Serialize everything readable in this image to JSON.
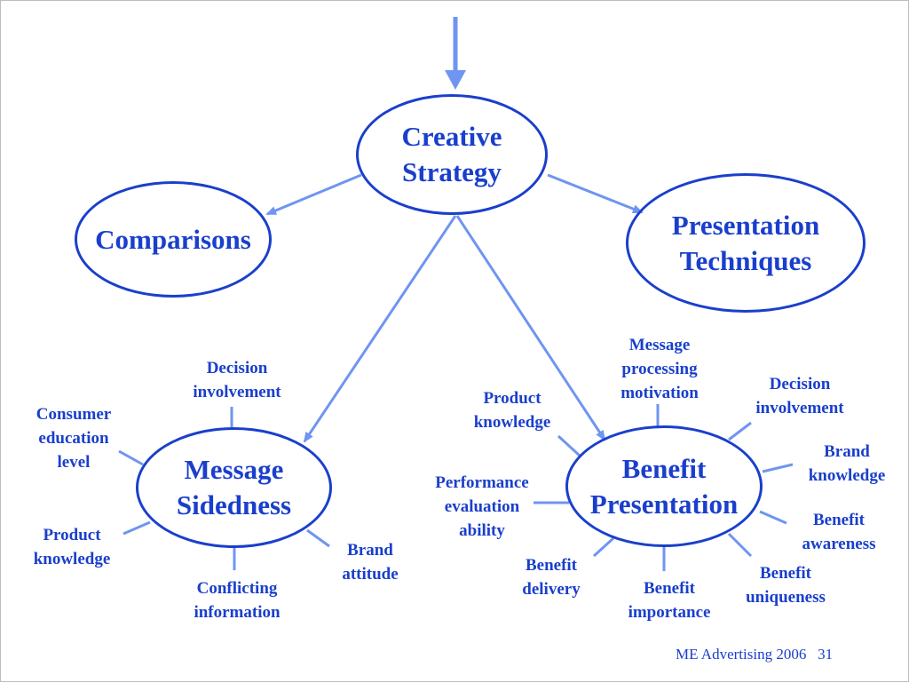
{
  "colors": {
    "node_border": "#1a3fcc",
    "text": "#1a3fcc",
    "connector": "#6f95f0"
  },
  "nodes": {
    "creative": {
      "label": "Creative\nStrategy"
    },
    "comparisons": {
      "label": "Comparisons"
    },
    "presentation": {
      "label": "Presentation\nTechniques"
    },
    "sidedness": {
      "label": "Message\nSidedness"
    },
    "benefit": {
      "label": "Benefit\nPresentation"
    }
  },
  "sidedness_factors": [
    "Decision\ninvolvement",
    "Consumer\neducation\nlevel",
    "Product\nknowledge",
    "Conflicting\ninformation",
    "Brand\nattitude"
  ],
  "benefit_factors": [
    "Message\nprocessing\nmotivation",
    "Product\nknowledge",
    "Decision\ninvolvement",
    "Brand\nknowledge",
    "Performance\nevaluation\nability",
    "Benefit\nawareness",
    "Benefit\ndelivery",
    "Benefit\nimportance",
    "Benefit\nuniqueness"
  ],
  "footer": {
    "text": "ME Advertising 2006",
    "page": "31"
  }
}
